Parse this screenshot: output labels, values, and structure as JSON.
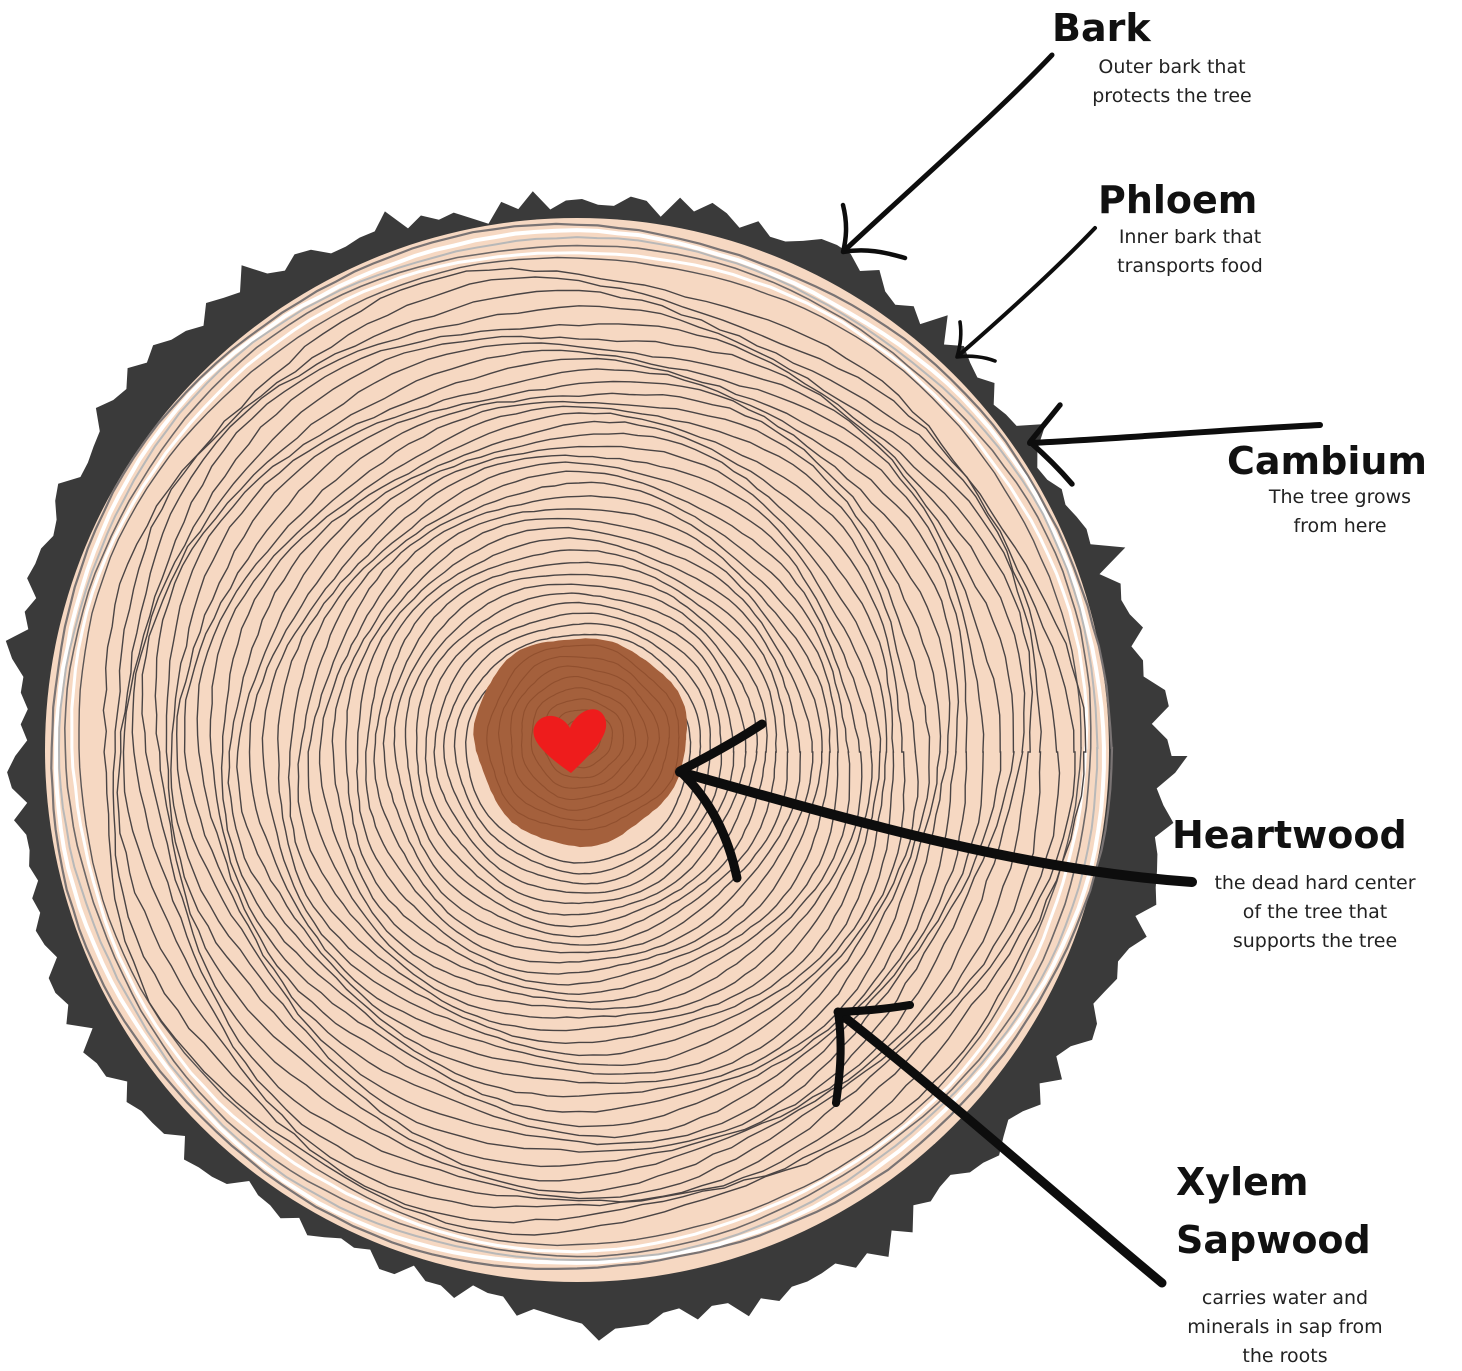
{
  "colors": {
    "bark": "#3a3a3a",
    "wood": "#f6d8c2",
    "ring_line": "#4a4444",
    "cambium_line": "#b8b8b8",
    "heartwood": "#a4603c",
    "heart": "#ee1c1c",
    "arrow": "#0d0d0d",
    "text": "#111111"
  },
  "labels": {
    "bark": {
      "title": "Bark",
      "desc": [
        "Outer bark that",
        "protects the tree"
      ]
    },
    "phloem": {
      "title": "Phloem",
      "desc": [
        "Inner bark that",
        "transports food"
      ]
    },
    "cambium": {
      "title": "Cambium",
      "desc": [
        "The tree grows",
        "from here"
      ]
    },
    "heartwood": {
      "title": "Heartwood",
      "desc": [
        "the dead hard center",
        "of the tree that",
        "supports the tree"
      ]
    },
    "xylem": {
      "title": [
        "Xylem",
        "Sapwood"
      ],
      "desc": [
        "carries water and",
        "minerals in sap from",
        "the roots"
      ]
    }
  },
  "icons": {
    "center": "heart-icon"
  }
}
